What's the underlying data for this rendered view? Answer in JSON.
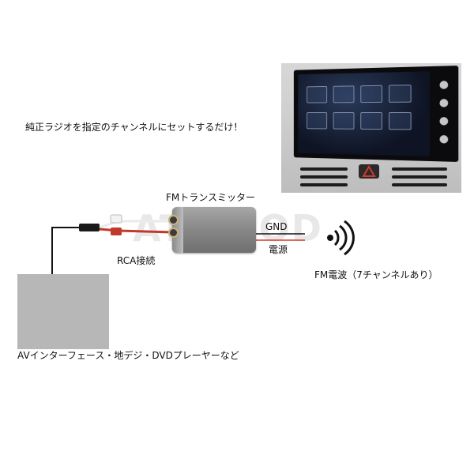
{
  "headline": "純正ラジオを指定のチャンネルにセットするだけ！",
  "transmitter_label": "FMトランスミッター",
  "gnd_label": "GND",
  "power_label": "電源",
  "rca_label": "RCA接続",
  "fm_wave_label": "FM電波（7チャンネルあり）",
  "device_label": "AVインターフェース・地デジ・DVDプレーヤーなど",
  "watermark": "ATRIPOD",
  "colors": {
    "device_gray": "#b7b7b7",
    "transmitter_gray": "#8a8a8a",
    "power_wire_red": "#d23a2a",
    "rca_red": "#c0392b"
  },
  "icons": [
    "radio-waves-icon",
    "hazard-button-icon"
  ]
}
